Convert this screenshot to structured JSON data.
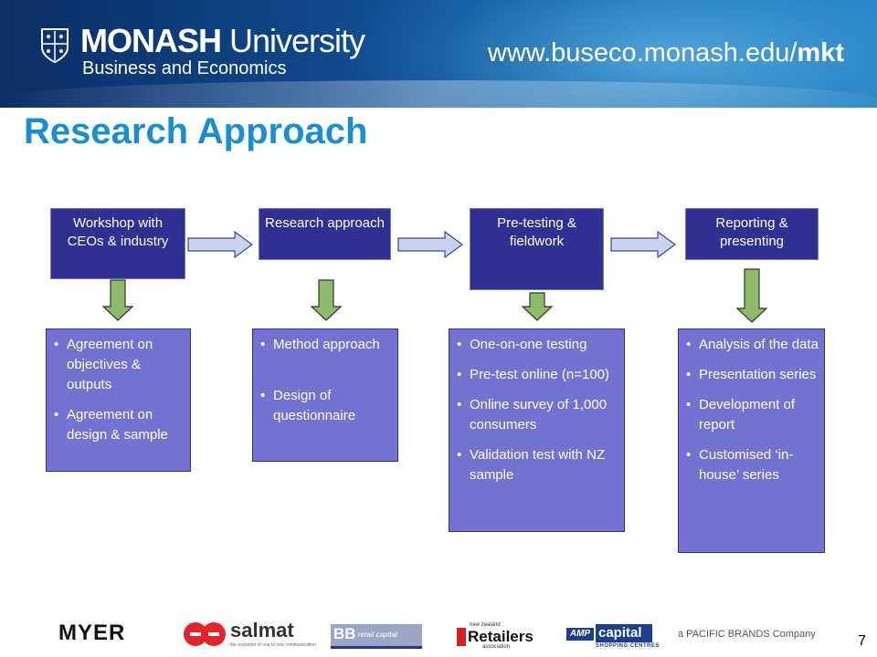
{
  "header": {
    "brand_bold": "MONASH",
    "brand_light": " University",
    "brand_sub": "Business and Economics",
    "url_main": "www.buseco.monash.edu/",
    "url_bold": "mkt"
  },
  "title": "Research Approach",
  "stages": [
    {
      "label": "Workshop with CEOs & industry"
    },
    {
      "label": "Research approach"
    },
    {
      "label": "Pre-testing & fieldwork"
    },
    {
      "label": "Reporting & presenting"
    }
  ],
  "details": [
    {
      "items": [
        "Agreement on objectives & outputs",
        "Agreement on design & sample"
      ]
    },
    {
      "items": [
        "Method approach",
        "Design of questionnaire"
      ]
    },
    {
      "items": [
        "One-on-one testing",
        "Pre-test online (n=100)",
        "Online survey of 1,000 consumers",
        "Validation test with NZ sample"
      ]
    },
    {
      "items": [
        "Analysis of the data",
        "Presentation series",
        "Development of report",
        "Customised ‘in-house’ series"
      ]
    }
  ],
  "footer": {
    "logos": {
      "myer": "MYER",
      "salmat": "salmat",
      "salmat_tag": "the evolution of one to one communication",
      "bb": "BB",
      "bb_sub": "retail capital",
      "retailers_top": "new zealand",
      "retailers": "Retailers",
      "retailers_sub": "association",
      "amp": "AMP",
      "capital": "capital",
      "capital_sub": "SHOPPING CENTRES",
      "pacific": "a PACIFIC BRANDS Company"
    },
    "page_number": "7"
  },
  "colors": {
    "stage_fill": "#2e3192",
    "detail_fill": "#7272d0",
    "title": "#1a8fd0",
    "down_arrow": "#8dbb6b",
    "right_arrow": "#c9d3ee"
  }
}
